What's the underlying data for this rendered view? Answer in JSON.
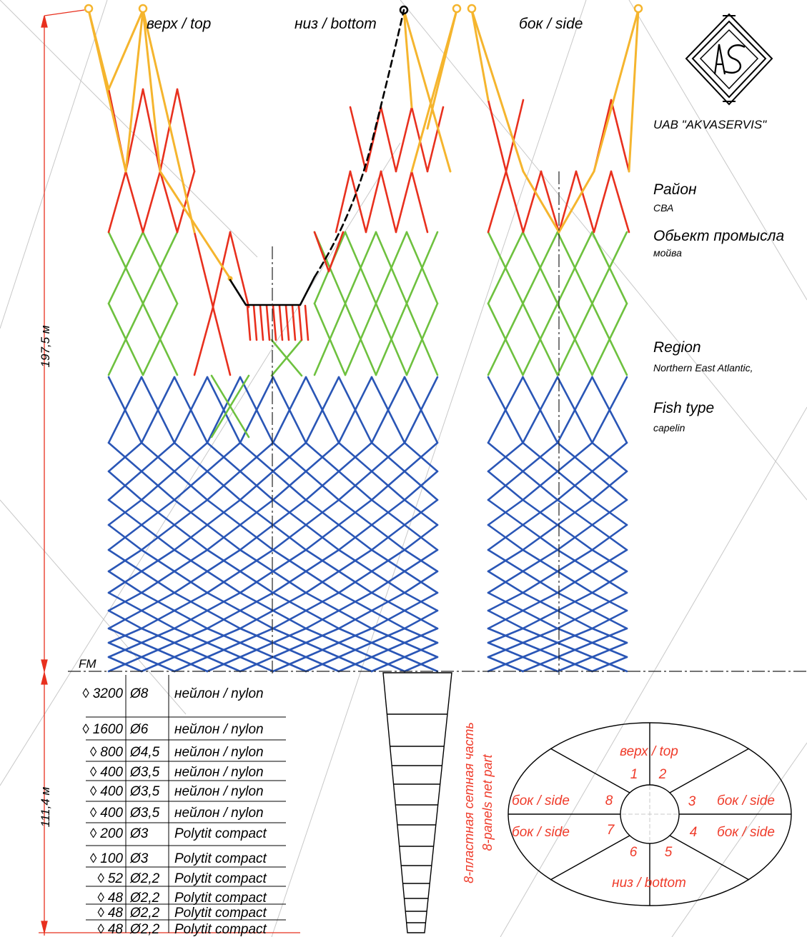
{
  "panel_labels": {
    "top": "верх / top",
    "bottom": "низ / bottom",
    "side": "бок / side"
  },
  "company": {
    "name": "UAB \"AKVASERVIS\""
  },
  "info": {
    "region_ru_label": "Район",
    "region_ru_value": "СВА",
    "object_ru_label": "Обьект промысла",
    "object_ru_value": "мойва",
    "region_en_label": "Region",
    "region_en_value": "Northern East Atlantic,",
    "fish_en_label": "Fish type",
    "fish_en_value": "capelin"
  },
  "dimensions": {
    "upper_length": "197,5 м",
    "lower_length": "111,4 м",
    "fm_label": "FM"
  },
  "colors": {
    "rope": "#f5b52e",
    "red": "#e8301e",
    "green": "#6ec13f",
    "blue": "#2a56b6",
    "annotation": "#ef3b2a",
    "ink": "#000000",
    "guide": "#c8c8c8"
  },
  "mesh_table": {
    "rows": [
      {
        "mesh": "◊ 3200",
        "diameter": "Ø8",
        "material": "нейлон / nylon"
      },
      {
        "mesh": "◊ 1600",
        "diameter": "Ø6",
        "material": "нейлон / nylon"
      },
      {
        "mesh": "◊ 800",
        "diameter": "Ø4,5",
        "material": "нейлон / nylon"
      },
      {
        "mesh": "◊ 400",
        "diameter": "Ø3,5",
        "material": "нейлон / nylon"
      },
      {
        "mesh": "◊ 400",
        "diameter": "Ø3,5",
        "material": "нейлон / nylon"
      },
      {
        "mesh": "◊ 400",
        "diameter": "Ø3,5",
        "material": "нейлон / nylon"
      },
      {
        "mesh": "◊ 200",
        "diameter": "Ø3",
        "material": "Polytit compact"
      },
      {
        "mesh": "◊ 100",
        "diameter": "Ø3",
        "material": "Polytit compact"
      },
      {
        "mesh": "◊ 52",
        "diameter": "Ø2,2",
        "material": "Polytit compact"
      },
      {
        "mesh": "◊ 48",
        "diameter": "Ø2,2",
        "material": "Polytit compact"
      },
      {
        "mesh": "◊ 48",
        "diameter": "Ø2,2",
        "material": "Polytit compact"
      },
      {
        "mesh": "◊ 48",
        "diameter": "Ø2,2",
        "material": "Polytit compact"
      }
    ]
  },
  "net_part_caption": {
    "ru": "8-пластная сетная часть",
    "en": "8-panels net part"
  },
  "cross_section": {
    "top": "верх / top",
    "bottom": "низ / bottom",
    "side_upper_left": "бок / side",
    "side_lower_left": "бок / side",
    "side_upper_right": "бок / side",
    "side_lower_right": "бок / side",
    "panel_numbers": [
      "1",
      "2",
      "3",
      "4",
      "5",
      "6",
      "7",
      "8"
    ]
  }
}
